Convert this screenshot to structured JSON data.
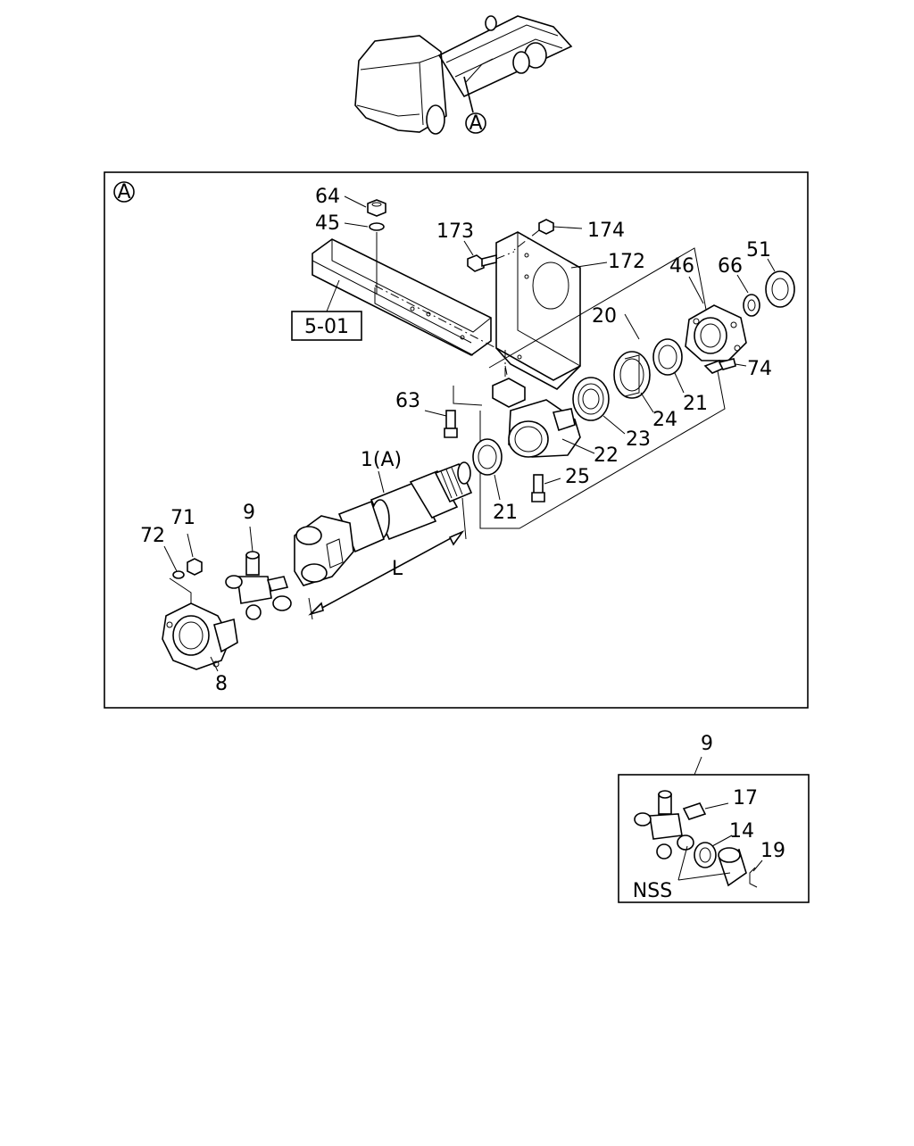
{
  "diagram": {
    "callout_symbol": "A",
    "reference_box": "5-01",
    "dimension_label": "L",
    "callouts": [
      {
        "id": "c64",
        "text": "64"
      },
      {
        "id": "c45",
        "text": "45"
      },
      {
        "id": "c173",
        "text": "173"
      },
      {
        "id": "c174",
        "text": "174"
      },
      {
        "id": "c172",
        "text": "172"
      },
      {
        "id": "c46",
        "text": "46"
      },
      {
        "id": "c66",
        "text": "66"
      },
      {
        "id": "c51",
        "text": "51"
      },
      {
        "id": "c20",
        "text": "20"
      },
      {
        "id": "c74",
        "text": "74"
      },
      {
        "id": "c63",
        "text": "63"
      },
      {
        "id": "c21a",
        "text": "21"
      },
      {
        "id": "c24",
        "text": "24"
      },
      {
        "id": "c23",
        "text": "23"
      },
      {
        "id": "c22",
        "text": "22"
      },
      {
        "id": "c1A",
        "text": "1(A)"
      },
      {
        "id": "c25",
        "text": "25"
      },
      {
        "id": "c21b",
        "text": "21"
      },
      {
        "id": "c71",
        "text": "71"
      },
      {
        "id": "c9",
        "text": "9"
      },
      {
        "id": "c72",
        "text": "72"
      },
      {
        "id": "c8",
        "text": "8"
      }
    ],
    "detail": {
      "title": "9",
      "callouts": [
        {
          "id": "d17",
          "text": "17"
        },
        {
          "id": "d14",
          "text": "14"
        },
        {
          "id": "d19",
          "text": "19"
        }
      ],
      "nss_label": "NSS"
    }
  }
}
